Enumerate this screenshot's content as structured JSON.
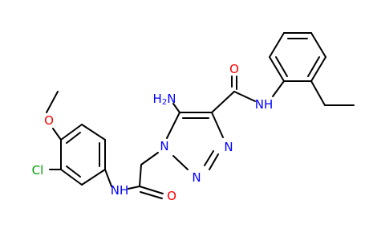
{
  "colors": {
    "background": "#ffffff",
    "bond": "#000000",
    "carbon_text": "#000000",
    "nitrogen": "#0000ff",
    "oxygen": "#ff0000",
    "chlorine": "#00a000"
  },
  "atoms": {
    "amino_nh2": "H2N",
    "amide_nh_top": "NH",
    "amide_o_top": "O",
    "triazole_n1": "N",
    "triazole_n2": "N",
    "triazole_n3": "N",
    "amide_nh_bottom": "NH",
    "amide_o_bottom": "O",
    "methoxy_o": "O",
    "chloro_cl": "Cl"
  }
}
